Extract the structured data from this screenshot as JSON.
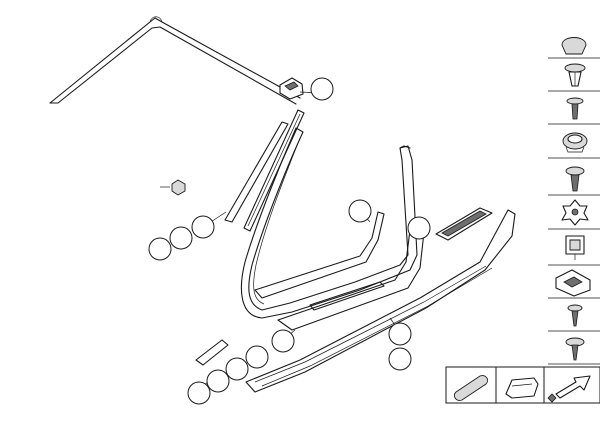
{
  "diagram": {
    "callouts": [
      {
        "id": "c1"
      },
      {
        "id": "c2"
      },
      {
        "id": "c3"
      },
      {
        "id": "c4"
      },
      {
        "id": "c5"
      },
      {
        "id": "c6"
      },
      {
        "id": "c7"
      },
      {
        "id": "c8"
      },
      {
        "id": "c9"
      },
      {
        "id": "c10"
      },
      {
        "id": "c11"
      },
      {
        "id": "c12"
      },
      {
        "id": "c13"
      },
      {
        "id": "c14"
      }
    ],
    "side_parts": [
      "cap-clip",
      "expanding-rivet",
      "push-rivet",
      "grommet",
      "screw-rivet",
      "star-clip",
      "square-clip",
      "bracket-clip",
      "self-tapping-screw",
      "flange-screw"
    ],
    "bottom_panels": [
      "rubber-plug",
      "seal-profile",
      "lubricant-note"
    ]
  }
}
